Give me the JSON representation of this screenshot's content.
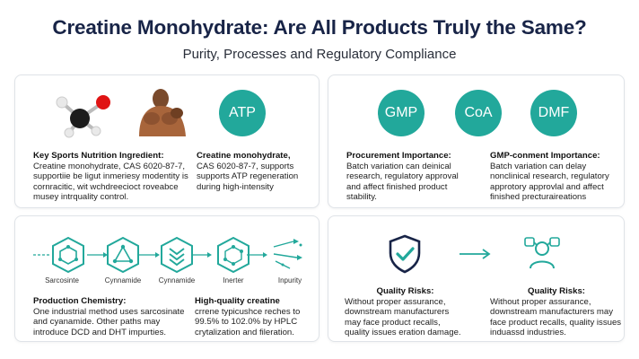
{
  "header": {
    "title": "Creatine Monohydrate: Are All Products Truly the Same?",
    "subtitle": "Purity, Processes and Regulatory Compliance"
  },
  "card_ingredient": {
    "left": {
      "heading": "Key Sports Nutrition Ingredient:",
      "lines": [
        "Creatine monohydrate, CAS 6020-87-7,",
        "supportiie be ligut inmeriesy modentity is",
        "cornracitic, wit wchdreecioct roveabce",
        "musey intrquality control."
      ]
    },
    "right": {
      "circle": "ATP",
      "heading": "Creatine monohydrate,",
      "lines": [
        "CAS 6020-87-7, supports",
        "supports ATP regeneration",
        "during high-intensity"
      ]
    }
  },
  "card_procurement": {
    "circles": [
      "GMP",
      "CoA",
      "DMF"
    ],
    "left": {
      "heading": "Procurement Importance:",
      "lines": [
        "Batch variation can deinical",
        "research, regulatory approval",
        "and affect finished product",
        "stability."
      ]
    },
    "right": {
      "heading": "GMP-conment Importance:",
      "lines": [
        "Batch variation can delay",
        "nonclinical research, regulatory",
        "approtory approvlal and affect",
        "finished precturaireations"
      ]
    }
  },
  "card_chemistry": {
    "flow_labels": [
      "Sarcosinte",
      "Cynnamide",
      "Cynnamide",
      "Inerter",
      "Inpurity"
    ],
    "left": {
      "heading": "Production Chemistry:",
      "lines": [
        "One industrial method uses sarcosinate",
        "and cyanamide. Other paths may",
        "introduce DCD and DHT impurties."
      ]
    },
    "right": {
      "heading": "High-quality creatine",
      "lines": [
        "crrene typicushce reches to",
        "99.5% to 102.0% by HPLC",
        "crytalization and fileration."
      ]
    }
  },
  "card_risks": {
    "left": {
      "heading": "Quality Risks:",
      "lines": [
        "Without proper assurance,",
        "downstream manufacturers",
        "may face product recalls,",
        "quality issues eration damage."
      ]
    },
    "right": {
      "heading": "Quality Risks:",
      "lines": [
        "Without proper assurance,",
        "downstream manufacturers may",
        "face product recalls, quality issues",
        "induassd industries."
      ]
    }
  },
  "colors": {
    "teal": "#22a89b",
    "navy": "#182447"
  },
  "icons": [
    "creatine-molecule-icon",
    "athlete-photo",
    "hexagon-molecule-icon",
    "triangle-molecule-icon",
    "stacked-chevron-icon",
    "hexagon-network-icon",
    "impurity-scatter-icon",
    "shield-check-icon",
    "right-arrow-icon",
    "team-group-icon"
  ]
}
